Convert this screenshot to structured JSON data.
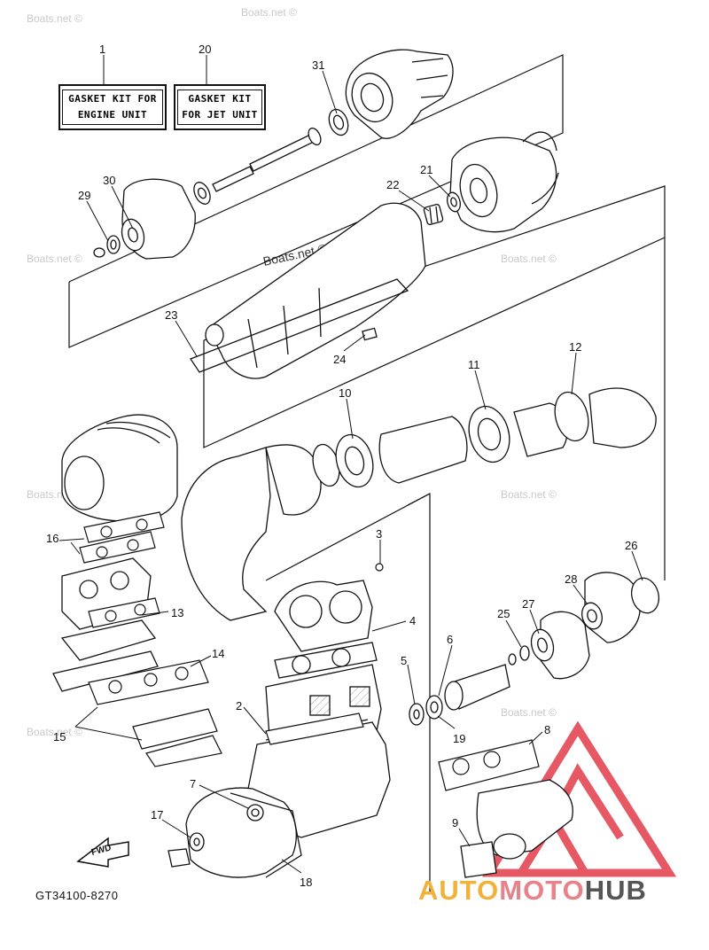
{
  "labels": {
    "kit1_line1": "GASKET KIT FOR",
    "kit1_line2": "ENGINE UNIT",
    "kit2_line1": "GASKET KIT",
    "kit2_line2": "FOR JET UNIT"
  },
  "part_numbers": [
    "1",
    "20",
    "31",
    "30",
    "29",
    "21",
    "22",
    "23",
    "24",
    "10",
    "11",
    "12",
    "16",
    "3",
    "4",
    "13",
    "14",
    "2",
    "15",
    "26",
    "28",
    "27",
    "25",
    "6",
    "5",
    "19",
    "8",
    "7",
    "17",
    "9",
    "18"
  ],
  "fwd_label": "FWD",
  "diagram_code": "GT34100-8270",
  "watermark": "Boats.net ©",
  "brand": {
    "part1": "AUTO",
    "part2": "MOTO",
    "part3": "HUB"
  },
  "colors": {
    "line": "#111111",
    "brand_orange": "#f0b23a",
    "brand_pink": "#e8828a",
    "brand_gray": "#555555",
    "triangle": "#e23b4a"
  }
}
